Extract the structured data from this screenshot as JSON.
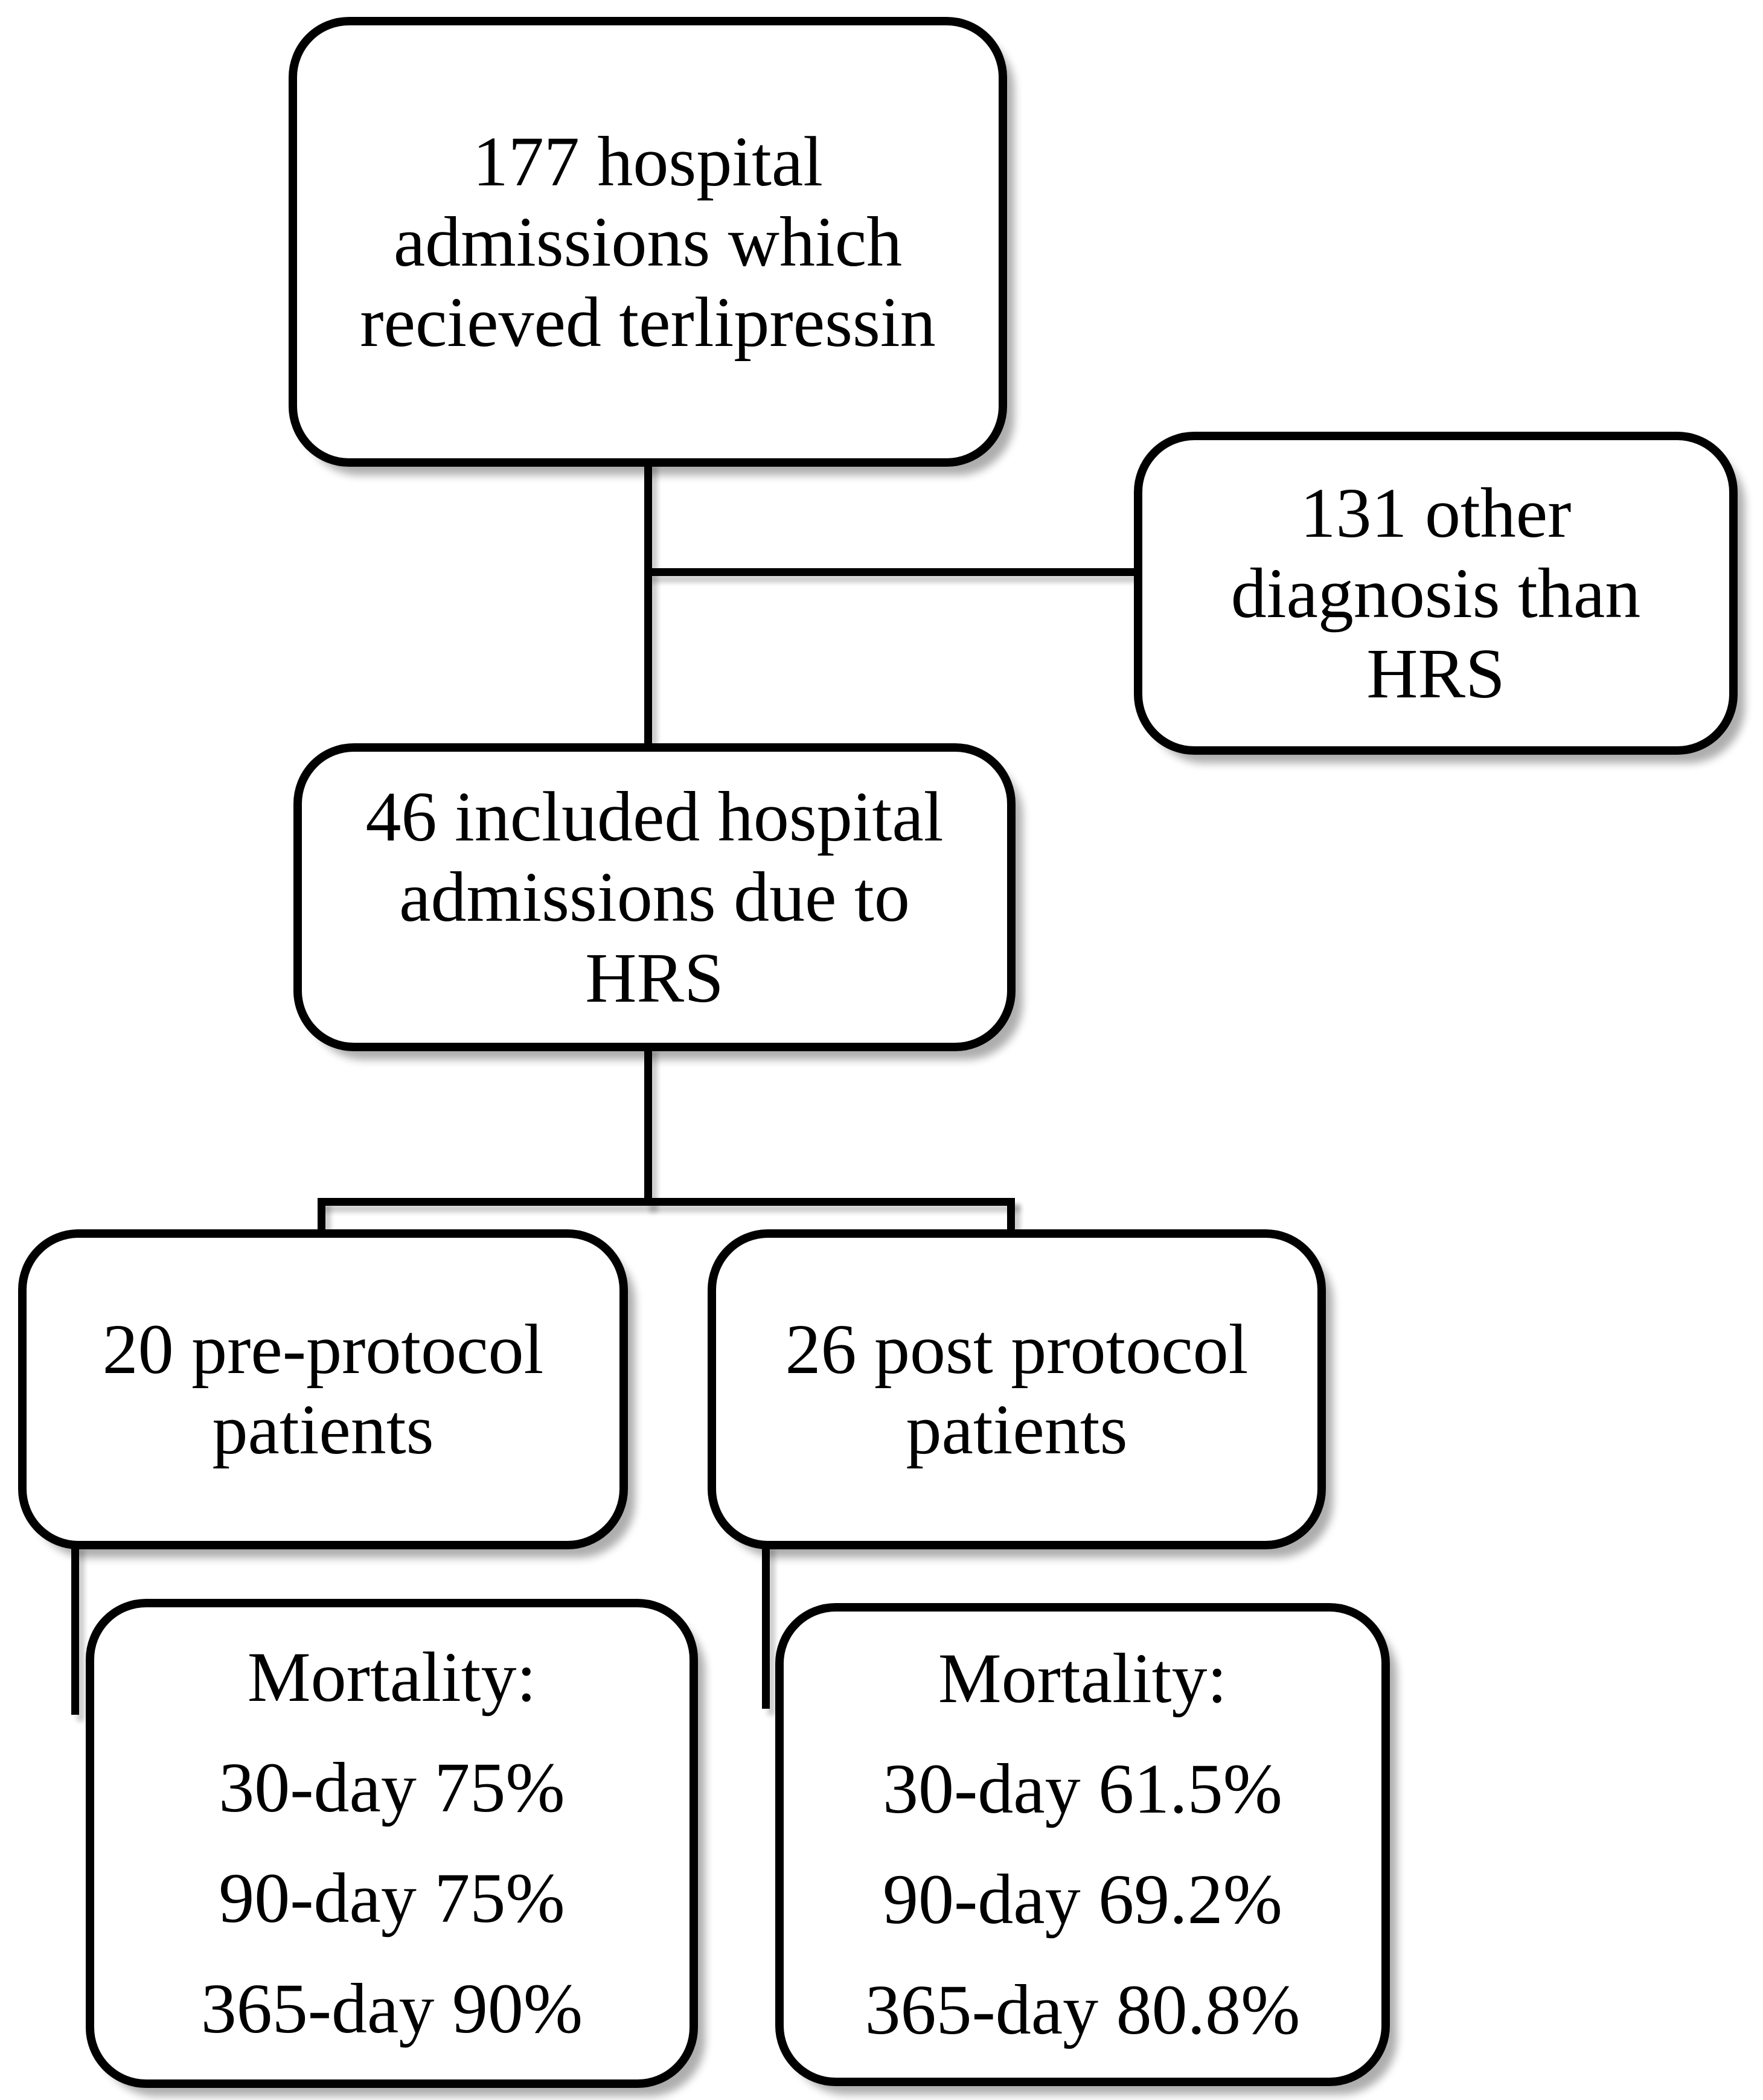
{
  "boxes": {
    "top": {
      "lines": [
        "177 hospital",
        "admissions which",
        "recieved terlipressin"
      ]
    },
    "excluded": {
      "lines": [
        "131 other",
        "diagnosis than",
        "HRS"
      ]
    },
    "included": {
      "lines": [
        "46 included hospital",
        "admissions due to",
        "HRS"
      ]
    },
    "pre": {
      "lines": [
        "20 pre-protocol",
        "patients"
      ]
    },
    "post": {
      "lines": [
        "26 post protocol",
        "patients"
      ]
    },
    "preMortality": {
      "lines": [
        "Mortality:",
        "30-day 75%",
        "90-day 75%",
        "365-day 90%"
      ]
    },
    "postMortality": {
      "lines": [
        "Mortality:",
        "30-day 61.5%",
        "90-day 69.2%",
        "365-day 80.8%"
      ]
    }
  },
  "colors": {
    "border": "#000000",
    "background": "#ffffff",
    "shadow_tint": "#b8b8b8"
  }
}
